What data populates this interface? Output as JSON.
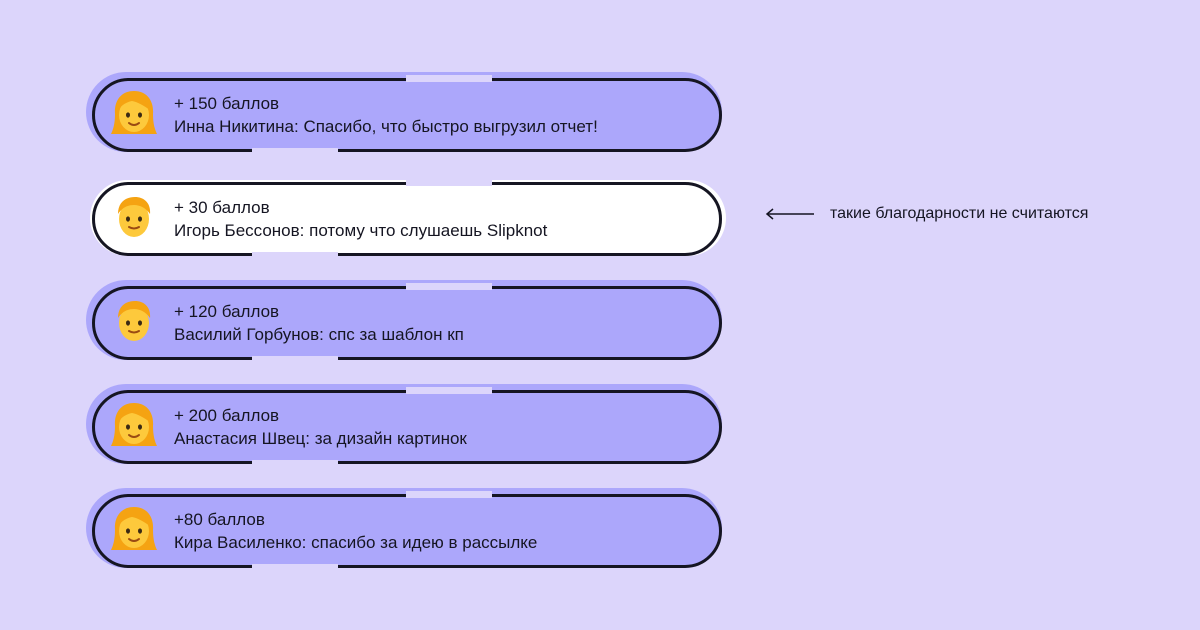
{
  "colors": {
    "background": "#dcd5fb",
    "card_fill": "#aca7fb",
    "excluded_card_fill": "#ffffff",
    "outline": "#151522"
  },
  "thanks": [
    {
      "points": "+ 150 баллов",
      "message": "Инна Никитина: Спасибо, что быстро выгрузил отчет!",
      "avatar": "woman-emoji-icon",
      "counted": true
    },
    {
      "points": "+ 30 баллов",
      "message": "Игорь Бессонов: потому что слушаешь Slipknot",
      "avatar": "man-emoji-icon",
      "counted": false
    },
    {
      "points": "+ 120 баллов",
      "message": "Василий Горбунов: спс за шаблон кп",
      "avatar": "man-emoji-icon",
      "counted": true
    },
    {
      "points": "+ 200 баллов",
      "message": "Анастасия Швец: за дизайн картинок",
      "avatar": "woman-emoji-icon",
      "counted": true
    },
    {
      "points": "+80 баллов",
      "message": "Кира Василенко: спасибо за идею в рассылке",
      "avatar": "woman-emoji-icon",
      "counted": true
    }
  ],
  "note": {
    "text": "такие благодарности не считаются",
    "icon": "arrow-left-icon"
  }
}
